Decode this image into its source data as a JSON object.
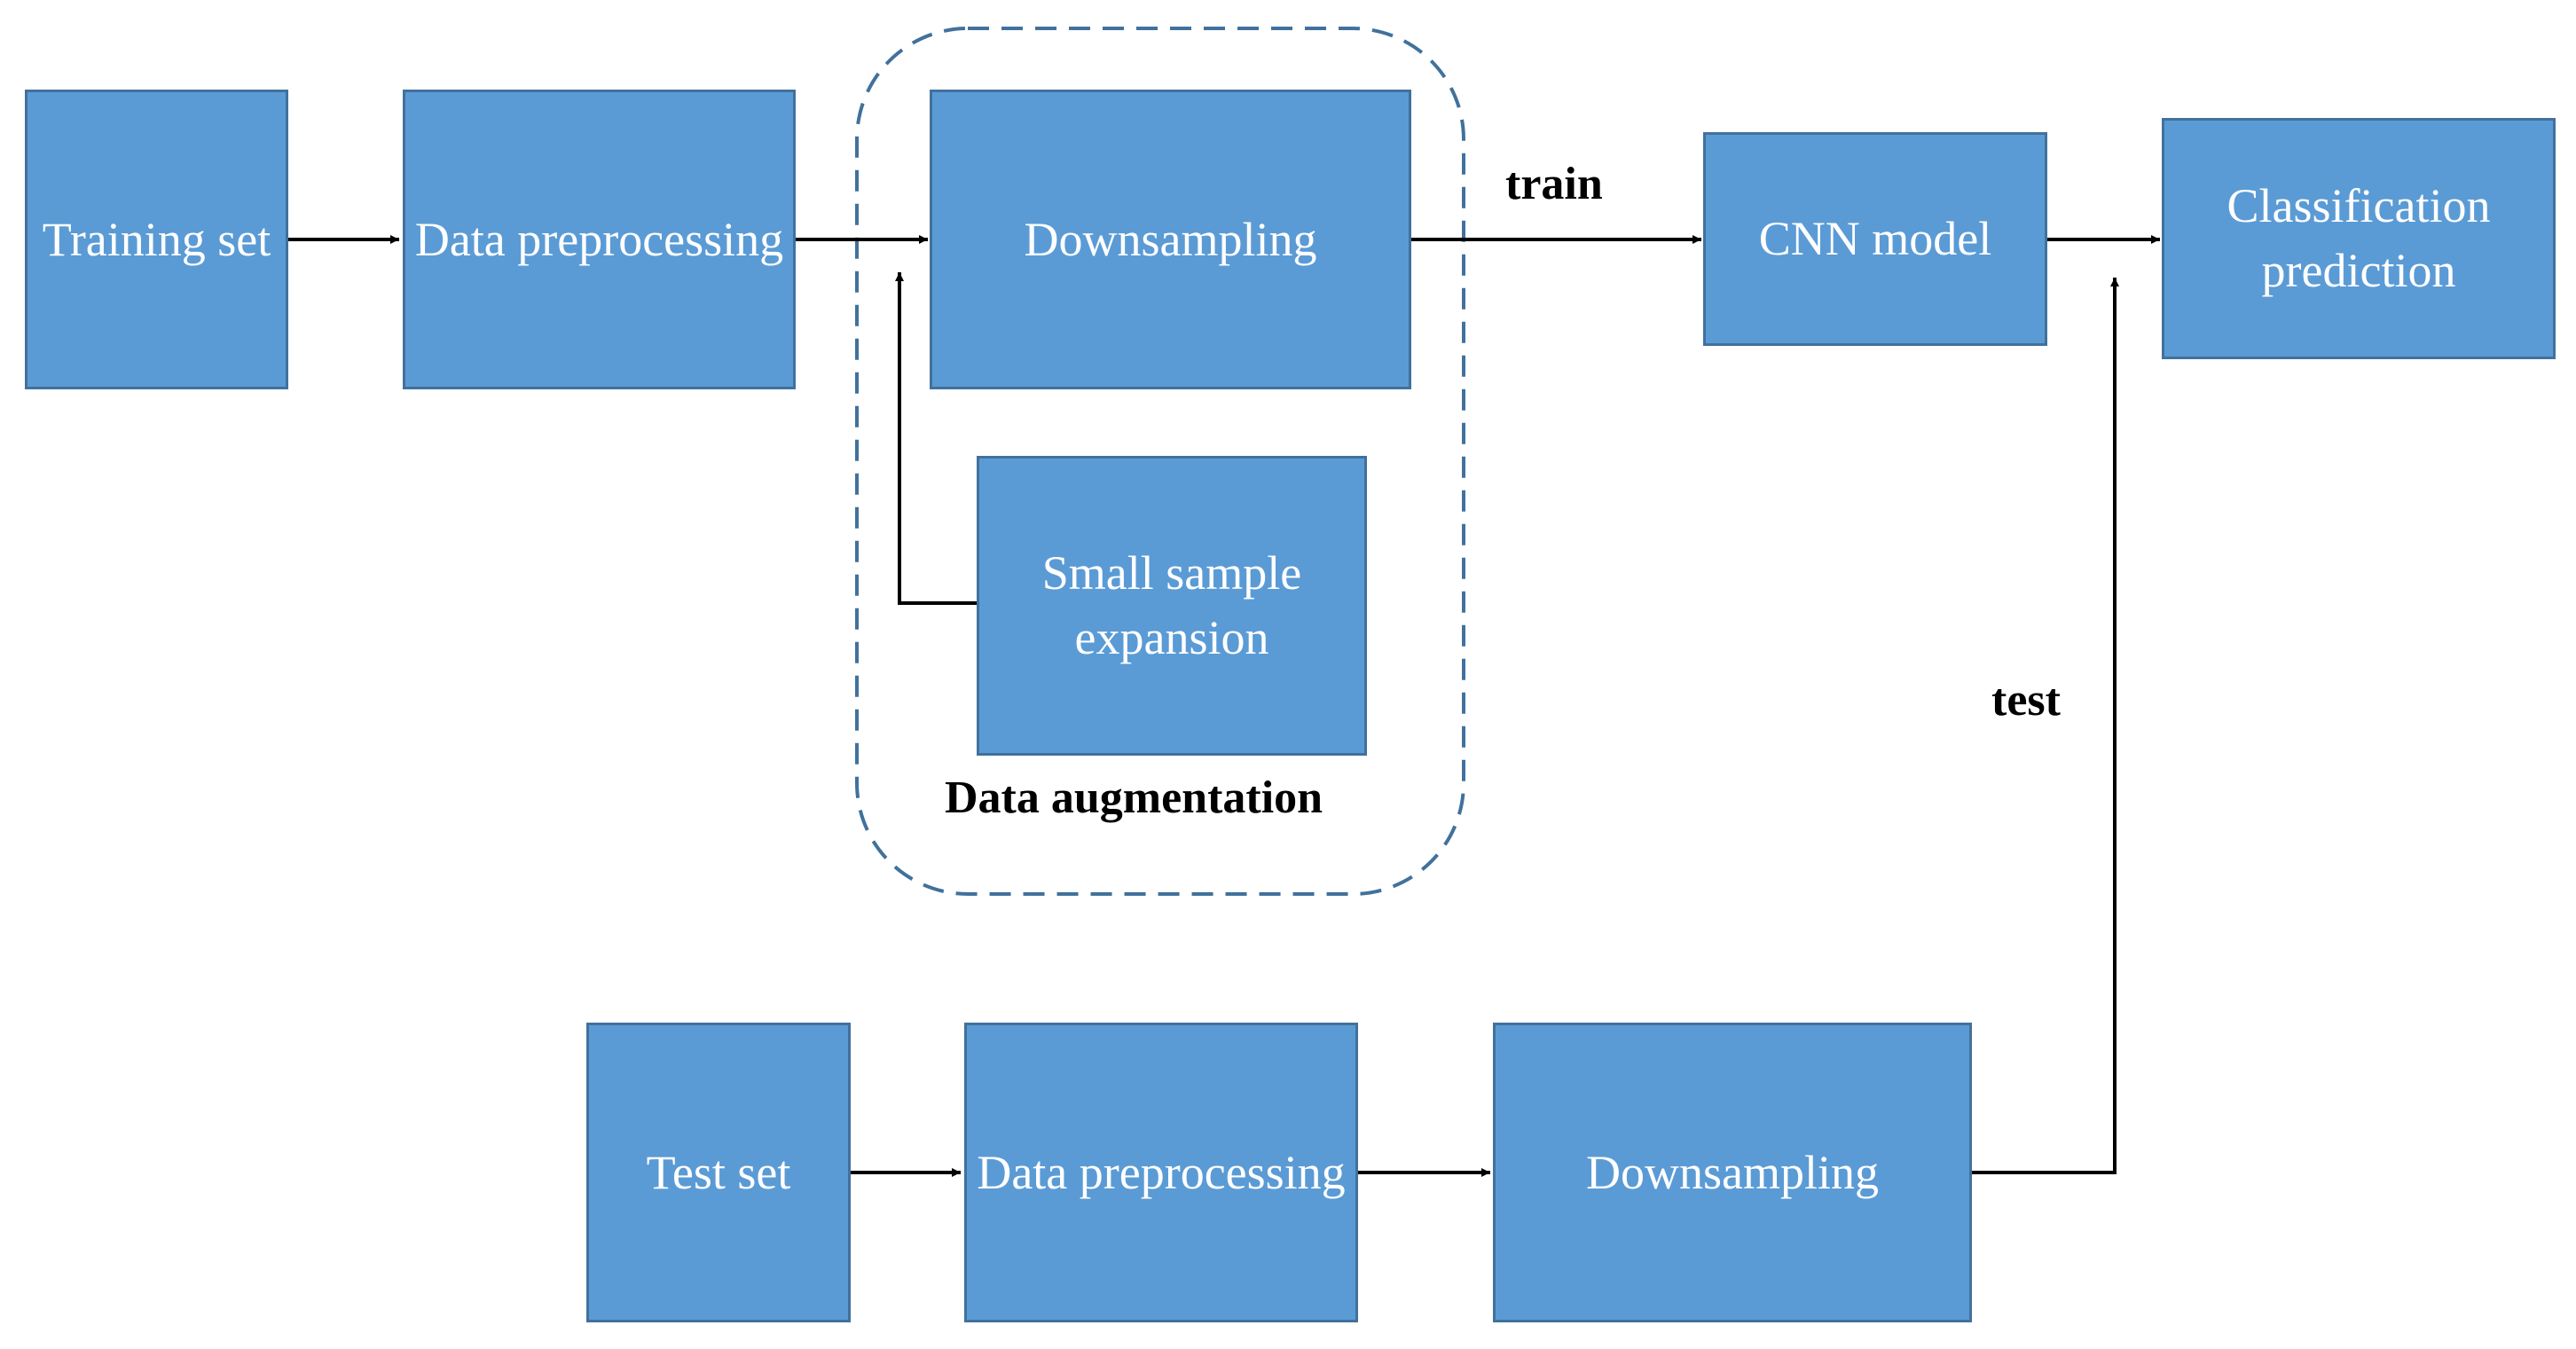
{
  "colors": {
    "box_fill": "#5b9bd5",
    "box_border": "#41719c",
    "box_text": "#ffffff",
    "arrow": "#000000",
    "group_border": "#41719c"
  },
  "training_row": {
    "training_set": "Training set",
    "data_preprocessing": "Data preprocessing",
    "downsampling": "Downsampling",
    "small_sample_expansion": "Small sample expansion",
    "cnn_model": "CNN model",
    "classification_prediction": "Classification prediction"
  },
  "test_row": {
    "test_set": "Test set",
    "data_preprocessing": "Data preprocessing",
    "downsampling": "Downsampling"
  },
  "group": {
    "label": "Data augmentation"
  },
  "edge_labels": {
    "train": "train",
    "test": "test"
  }
}
